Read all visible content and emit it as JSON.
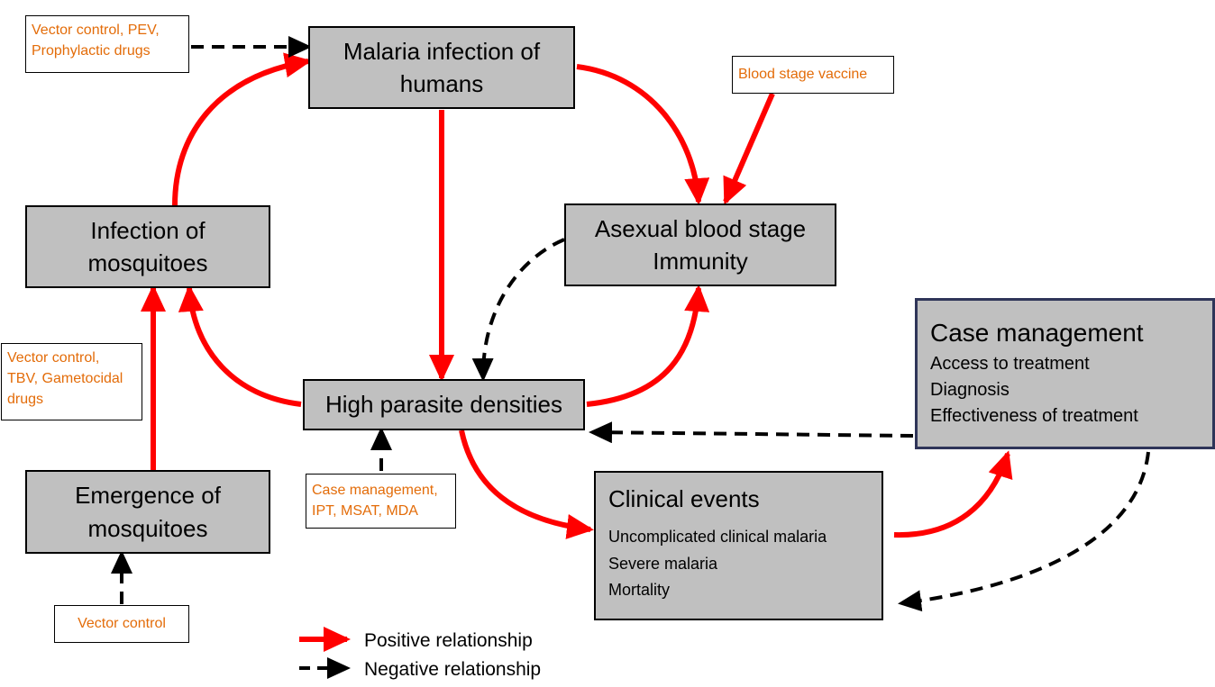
{
  "boxes": {
    "malaria_infection": [
      "Malaria infection of",
      "humans"
    ],
    "infection_mosquitoes": [
      "Infection of",
      "mosquitoes"
    ],
    "asexual_immunity": [
      "Asexual blood stage",
      "Immunity"
    ],
    "high_parasite": [
      "High parasite densities"
    ],
    "emergence_mosquitoes": [
      "Emergence of",
      "mosquitoes"
    ]
  },
  "clinical": {
    "title": "Clinical events",
    "items": [
      "Uncomplicated clinical malaria",
      "Severe malaria",
      "Mortality"
    ]
  },
  "case_management": {
    "title": "Case management",
    "items": [
      "Access to treatment",
      "Diagnosis",
      "Effectiveness of treatment"
    ]
  },
  "interventions": {
    "vector_pev": [
      "Vector control, PEV,",
      "Prophylactic drugs"
    ],
    "blood_stage": [
      "Blood stage vaccine"
    ],
    "vector_tbv": [
      "Vector control,",
      "TBV, Gametocidal",
      "drugs"
    ],
    "case_ipt": [
      "Case management,",
      "IPT, MSAT, MDA"
    ],
    "vector_control": [
      "Vector control"
    ]
  },
  "legend": {
    "positive": "Positive relationship",
    "negative": "Negative relationship"
  },
  "colors": {
    "positive": "#ff0000",
    "negative": "#000000",
    "box_fill": "#c0c0c0",
    "intervention_text": "#e36c09",
    "case_border": "#2f3559"
  }
}
